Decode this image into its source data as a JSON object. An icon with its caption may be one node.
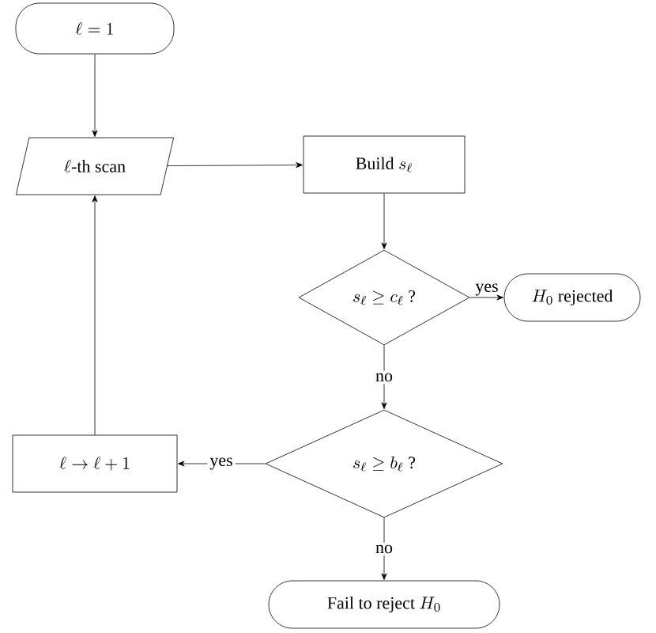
{
  "diagram": {
    "nodes": [
      {
        "text": [
          "\\ell = 1"
        ]
      },
      {
        "text": [
          "\\ell\\mbox{-th scan}"
        ]
      },
      {
        "text": [
          "\\mbox{Build } s_\\ell"
        ]
      },
      {
        "text": [
          "s_\\ell \\geq c_\\ell\\mbox{ ?}"
        ]
      },
      {
        "text": [
          "H_0\\mbox{ rejected}"
        ]
      },
      {
        "text": [
          "s_\\ell \\geq b_\\ell\\mbox{ ?}"
        ]
      },
      {
        "text": [
          "\\ell \\rightarrow \\ell + 1"
        ]
      },
      {
        "text": [
          "\\mbox{Fail to reject } H_0"
        ]
      }
    ],
    "edges": [
      {
        "from": 0,
        "to": 1,
        "arrow": "to"
      },
      {
        "from": 1,
        "to": 2,
        "arrow": "to"
      },
      {
        "from": 2,
        "to": 3,
        "arrow": "to"
      },
      {
        "from": 3,
        "to": 4,
        "arrow": "to",
        "label": "yes"
      },
      {
        "from": 3,
        "to": 5,
        "arrow": "to",
        "label": "no"
      },
      {
        "from": 5,
        "to": 6,
        "arrow": "to",
        "label": "yes"
      },
      {
        "from": 5,
        "to": 7,
        "arrow": "to",
        "label": "no"
      },
      {
        "from": 6,
        "to": 1,
        "arrow": "to"
      }
    ]
  }
}
